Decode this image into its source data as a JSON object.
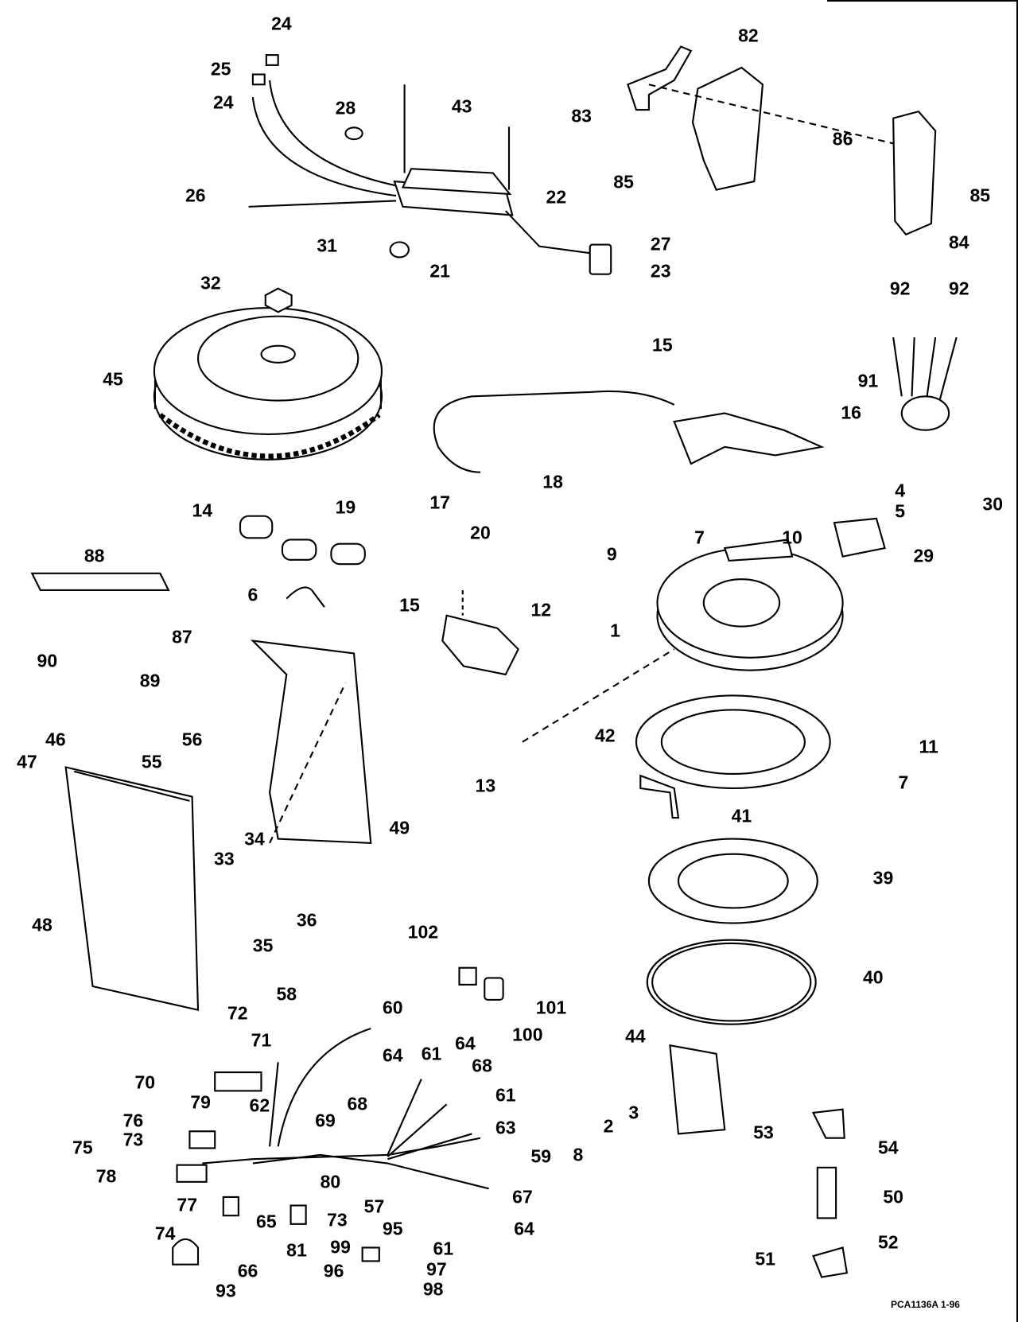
{
  "diagram": {
    "callouts": [
      "24",
      "25",
      "24",
      "28",
      "43",
      "26",
      "22",
      "31",
      "21",
      "27",
      "23",
      "85",
      "82",
      "83",
      "86",
      "85",
      "84",
      "32",
      "92",
      "92",
      "45",
      "15",
      "91",
      "16",
      "18",
      "17",
      "20",
      "14",
      "19",
      "88",
      "6",
      "4",
      "5",
      "30",
      "7",
      "10",
      "29",
      "9",
      "15",
      "12",
      "1",
      "87",
      "90",
      "89",
      "56",
      "55",
      "47",
      "46",
      "42",
      "11",
      "13",
      "7",
      "34",
      "33",
      "49",
      "41",
      "39",
      "48",
      "36",
      "35",
      "102",
      "40",
      "101",
      "100",
      "58",
      "60",
      "72",
      "71",
      "64",
      "61",
      "64",
      "68",
      "44",
      "70",
      "68",
      "62",
      "61",
      "79",
      "76",
      "69",
      "63",
      "3",
      "2",
      "53",
      "54",
      "73",
      "75",
      "59",
      "8",
      "78",
      "80",
      "67",
      "50",
      "57",
      "77",
      "74",
      "65",
      "73",
      "95",
      "64",
      "61",
      "52",
      "99",
      "97",
      "51",
      "81",
      "66",
      "96",
      "98",
      "93"
    ],
    "drawing_code": "PCA1136A   1-96",
    "line_color": "#000000"
  }
}
